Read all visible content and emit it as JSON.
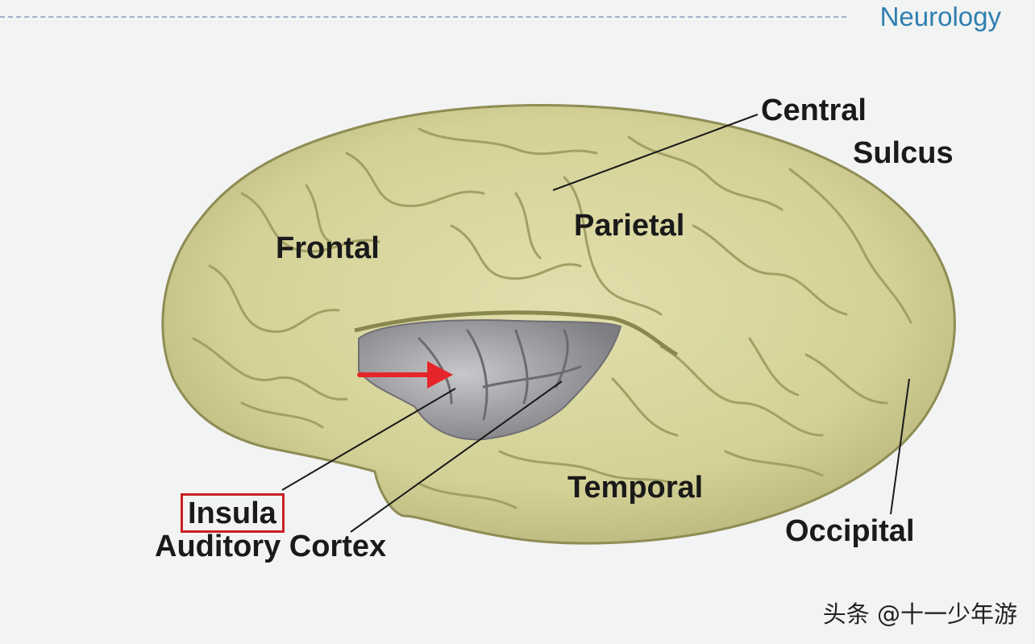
{
  "header": {
    "title": "Neurology"
  },
  "labels": {
    "central_sulcus_line1": "Central",
    "central_sulcus_line2": "Sulcus",
    "frontal": "Frontal",
    "parietal": "Parietal",
    "temporal": "Temporal",
    "occipital": "Occipital",
    "insula": "Insula",
    "auditory_cortex": "Auditory Cortex"
  },
  "colors": {
    "brain_fill": "#d9d69f",
    "brain_shadow": "#a9a66a",
    "insula_fill": "#a9a9ad",
    "arrow": "#e5252a",
    "insula_box": "#c92025",
    "header": "#2e7fb0"
  },
  "watermark": {
    "text": "头条 @十一少年游"
  }
}
